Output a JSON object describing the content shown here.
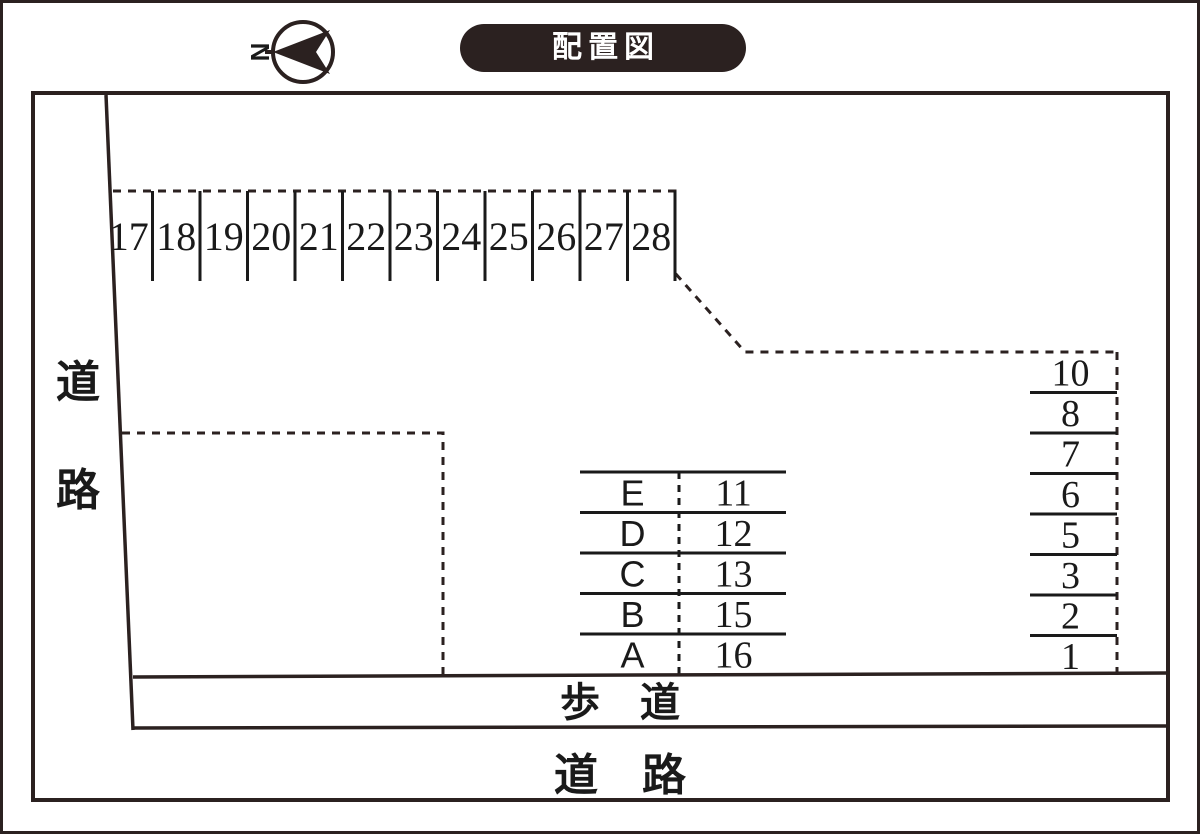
{
  "document": {
    "title": "配置図",
    "title_pill_bg": "#2b2120",
    "title_pill_fg": "#ffffff",
    "ink_color": "#1a1a1a",
    "background": "#ffffff"
  },
  "compass": {
    "name": "north-compass",
    "label": "N",
    "direction": "left"
  },
  "top_row": {
    "name": "parking-row-top",
    "stalls": [
      "17",
      "18",
      "19",
      "20",
      "21",
      "22",
      "23",
      "24",
      "25",
      "26",
      "27",
      "28"
    ]
  },
  "center_block": {
    "name": "building-unit-table",
    "rows": [
      {
        "unit": "E",
        "stall": "11"
      },
      {
        "unit": "D",
        "stall": "12"
      },
      {
        "unit": "C",
        "stall": "13"
      },
      {
        "unit": "B",
        "stall": "15"
      },
      {
        "unit": "A",
        "stall": "16"
      }
    ]
  },
  "right_column": {
    "name": "parking-column-right",
    "stalls": [
      "10",
      "8",
      "7",
      "6",
      "5",
      "3",
      "2",
      "1"
    ]
  },
  "labels": {
    "road_left": "道路",
    "road_left_chars": [
      "道",
      "路"
    ],
    "sidewalk_bottom": "歩　道",
    "road_bottom": "道　路"
  }
}
